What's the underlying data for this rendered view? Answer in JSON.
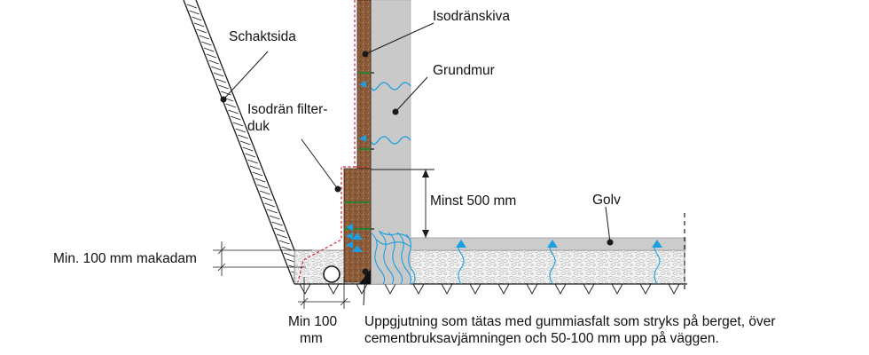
{
  "labels": {
    "schaktsida": "Schaktsida",
    "isodranskiva": "Isodränskiva",
    "grundmur": "Grundmur",
    "filterduk_line1": "Isodrän filter-",
    "filterduk_line2": "duk",
    "minst500": "Minst 500 mm",
    "golv": "Golv",
    "makadam": "Min. 100 mm makadam",
    "min100_line1": "Min 100",
    "min100_line2": "mm",
    "uppgjutning_line1": "Uppgjutning som tätas med gummiasfalt som stryks på berget, över",
    "uppgjutning_line2": "cementbruksavjämningen och 50-100 mm upp på väggen."
  },
  "colors": {
    "wall": "#c9c9c9",
    "slab": "#cccccc",
    "insulation": "#8a5a38",
    "membrane": "#cc1f2f",
    "water": "#1a9fe0",
    "gravel": "#f1f1f1",
    "fastener": "#2e7d32",
    "outline": "#1a1a1a"
  },
  "icons": {
    "water_flow": "wave-arrow-icon",
    "upward_flow": "triangle-up-arrow-icon"
  }
}
